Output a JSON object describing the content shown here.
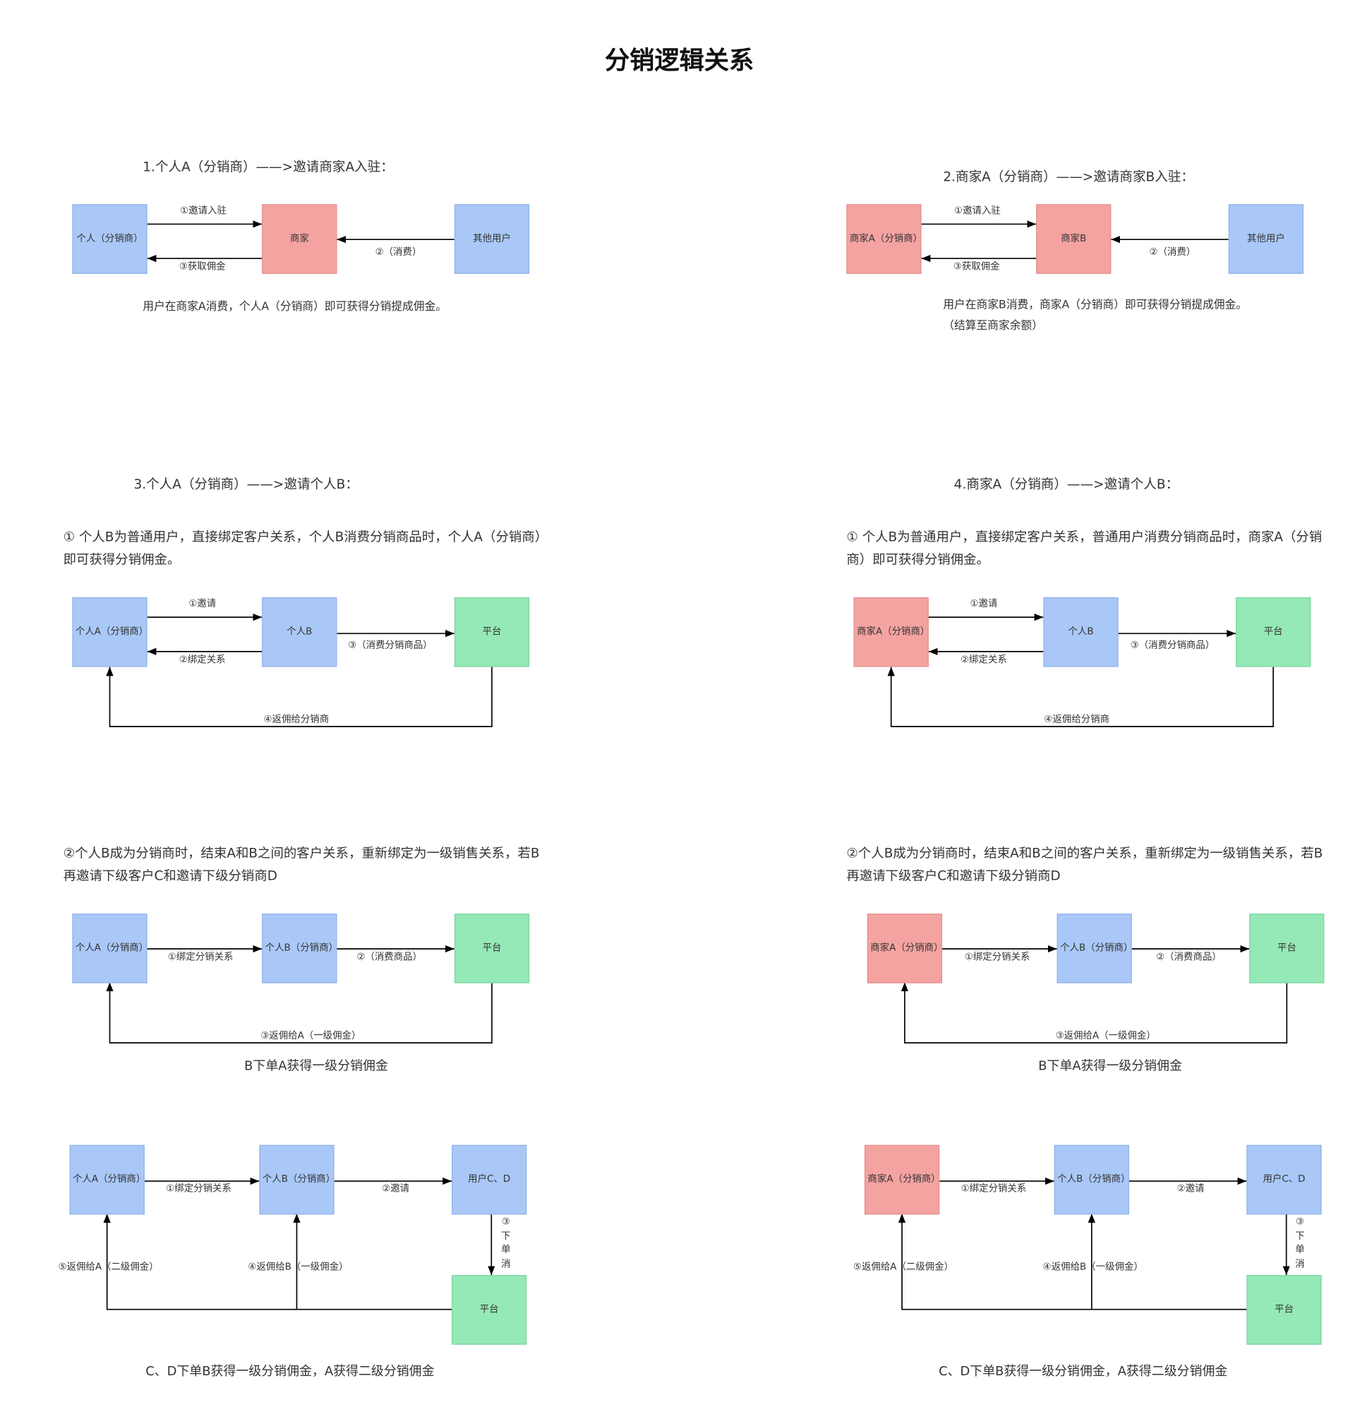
{
  "title": "分销逻辑关系",
  "colors": {
    "personal_node": "#a9c8f7",
    "merchant_node": "#f4a3a1",
    "platform_node": "#94e9b6",
    "arrow": "#000000",
    "text": "#333333"
  },
  "s1": {
    "heading": "1.个人A（分销商）——>邀请商家A入驻：",
    "box_a": "个人（分销商）",
    "box_b": "商家",
    "box_c": "其他用户",
    "edge_invite": "①邀请入驻",
    "edge_consume": "②（消费）",
    "edge_commission": "③获取佣金",
    "note": "用户在商家A消费，个人A（分销商）即可获得分销提成佣金。"
  },
  "s2": {
    "heading": "2.商家A（分销商）——>邀请商家B入驻：",
    "box_a": "商家A（分销商）",
    "box_b": "商家B",
    "box_c": "其他用户",
    "edge_invite": "①邀请入驻",
    "edge_consume": "②（消费）",
    "edge_commission": "③获取佣金",
    "note": [
      "用户在商家B消费，商家A（分销商）即可获得分销提成佣金。",
      "（结算至商家余额）"
    ]
  },
  "s3": {
    "heading": "3.个人A（分销商）——>邀请个人B：",
    "desc": [
      "① 个人B为普通用户，直接绑定客户关系，个人B消费分销商品时，个人A（分销商）",
      "即可获得分销佣金。"
    ],
    "box_a": "个人A（分销商）",
    "box_b": "个人B",
    "box_c": "平台",
    "edge_invite": "①邀请",
    "edge_bind": "②绑定关系",
    "edge_consume": "③（消费分销商品）",
    "edge_rebate": "④返佣给分销商"
  },
  "s4": {
    "heading": "4.商家A（分销商）——>邀请个人B：",
    "desc": [
      "① 个人B为普通用户，直接绑定客户关系，普通用户消费分销商品时，商家A（分销",
      "商）即可获得分销佣金。"
    ],
    "box_a": "商家A（分销商）",
    "box_b": "个人B",
    "box_c": "平台",
    "edge_invite": "①邀请",
    "edge_bind": "②绑定关系",
    "edge_consume": "③（消费分销商品）",
    "edge_rebate": "④返佣给分销商"
  },
  "s5": {
    "desc": [
      "②个人B成为分销商时，结束A和B之间的客户关系，重新绑定为一级销售关系，若B",
      "再邀请下级客户C和邀请下级分销商D"
    ],
    "box_a": "个人A（分销商）",
    "box_b": "个人B（分销商）",
    "box_c": "平台",
    "edge_bind": "①绑定分销关系",
    "edge_consume": "②（消费商品）",
    "edge_rebate": "③返佣给A（一级佣金）",
    "caption": "B下单A获得一级分销佣金"
  },
  "s6": {
    "desc": [
      "②个人B成为分销商时，结束A和B之间的客户关系，重新绑定为一级销售关系，若B",
      "再邀请下级客户C和邀请下级分销商D"
    ],
    "box_a": "商家A（分销商）",
    "box_b": "个人B（分销商）",
    "box_c": "平台",
    "edge_bind": "①绑定分销关系",
    "edge_consume": "②（消费商品）",
    "edge_rebate": "③返佣给A（一级佣金）",
    "caption": "B下单A获得一级分销佣金"
  },
  "s7": {
    "box_a": "个人A（分销商）",
    "box_b": "个人B（分销商）",
    "box_c": "用户C、D",
    "box_d": "平台",
    "edge_bind": "①绑定分销关系",
    "edge_invite": "②邀请",
    "edge_order": "③下单消",
    "edge_rebate_b": "④返佣给B（一级佣金）",
    "edge_rebate_a": "⑤返佣给A（二级佣金）",
    "caption": "C、D下单B获得一级分销佣金，A获得二级分销佣金"
  },
  "s8": {
    "box_a": "商家A（分销商）",
    "box_b": "个人B（分销商）",
    "box_c": "用户C、D",
    "box_d": "平台",
    "edge_bind": "①绑定分销关系",
    "edge_invite": "②邀请",
    "edge_order": "③下单消",
    "edge_rebate_b": "④返佣给B（一级佣金）",
    "edge_rebate_a": "⑤返佣给A（二级佣金）",
    "caption": "C、D下单B获得一级分销佣金，A获得二级分销佣金"
  }
}
